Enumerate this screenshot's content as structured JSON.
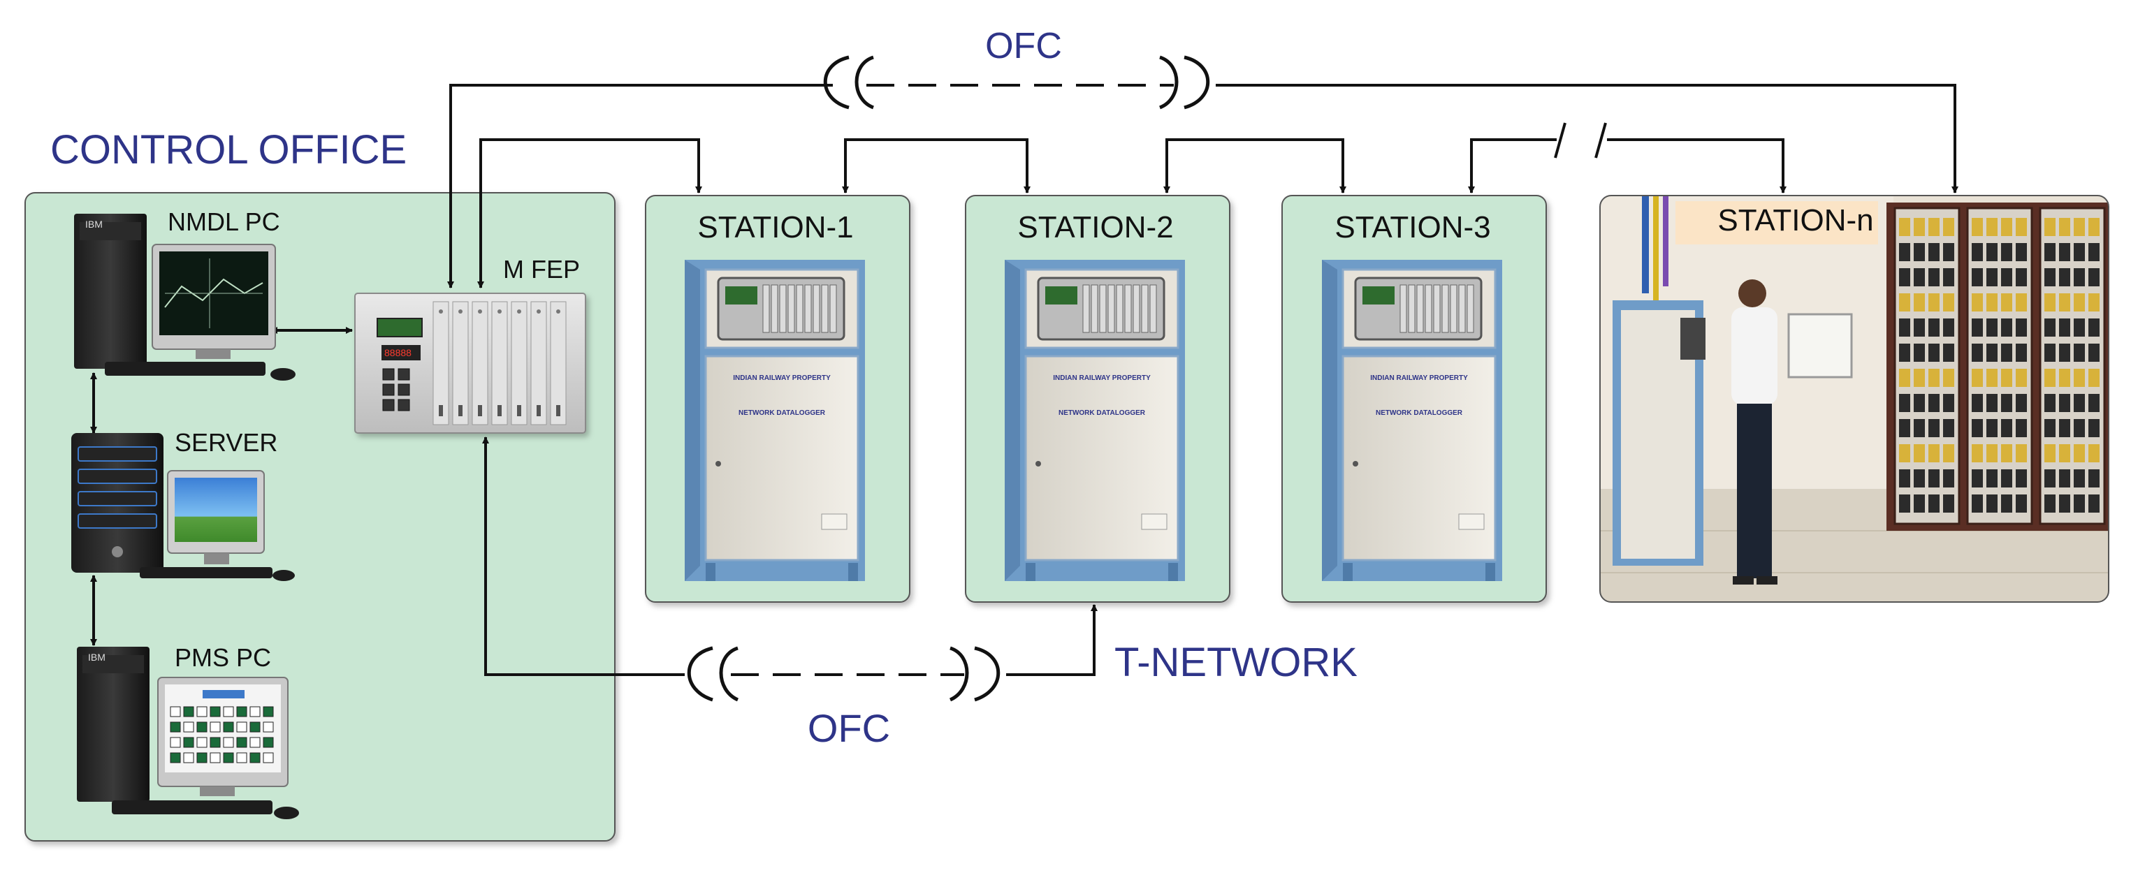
{
  "labels": {
    "control_office": "CONTROL OFFICE",
    "ofc_top": "OFC",
    "ofc_bottom": "OFC",
    "t_network": "T-NETWORK",
    "nmdl_pc": "NMDL PC",
    "server": "SERVER",
    "pms_pc": "PMS PC",
    "m_fep": "M FEP"
  },
  "stations": [
    {
      "label": "STATION-1"
    },
    {
      "label": "STATION-2"
    },
    {
      "label": "STATION-3"
    },
    {
      "label": "STATION-n"
    }
  ],
  "cabinet": {
    "property_text": "INDIAN RAILWAY PROPERTY",
    "name_text": "NETWORK DATALOGGER"
  },
  "pc_brand": "IBM",
  "colors": {
    "panel_fill": "#c9e7d3",
    "panel_stroke": "#555555",
    "heading_text": "#2e3488",
    "line": "#111111",
    "cabinet_frame": "#6f9cc8",
    "cabinet_body": "#e8e4db"
  }
}
